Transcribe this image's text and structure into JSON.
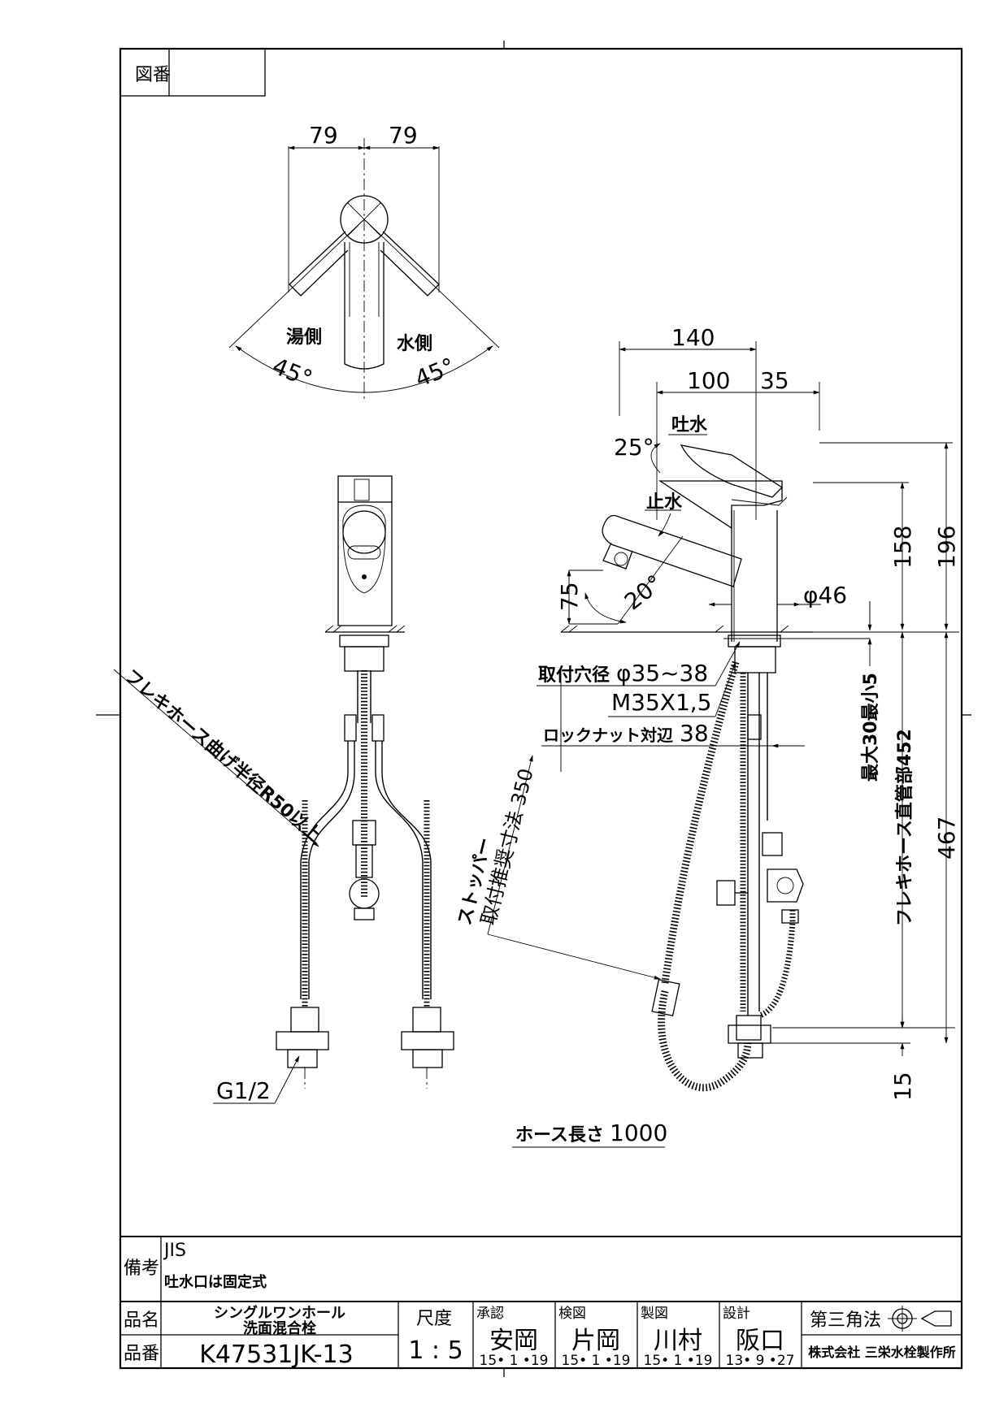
{
  "title_block": {
    "zuban_label": "図番",
    "biko_label": "備考",
    "biko_line1": "JIS",
    "biko_line2": "吐水口は固定式",
    "hinmei_label": "品名",
    "hinmei_line1": "シングルワンホール",
    "hinmei_line2": "洗面混合栓",
    "hinban_label": "品番",
    "hinban_value": "K47531JK-13",
    "scale_label": "尺度",
    "scale_value": "1 : 5",
    "approvals": [
      {
        "role": "承認",
        "name": "安岡",
        "date": "15• 1 •19"
      },
      {
        "role": "検図",
        "name": "片岡",
        "date": "15• 1 •19"
      },
      {
        "role": "製図",
        "name": "川村",
        "date": "15• 1 •19"
      },
      {
        "role": "設計",
        "name": "阪口",
        "date": "13• 9 •27"
      }
    ],
    "projection": "第三角法",
    "company": "株式会社 三栄水栓製作所"
  },
  "top_view": {
    "dim_left": "79",
    "dim_right": "79",
    "hot_side": "湯側",
    "cold_side": "水側",
    "angle_left": "45°",
    "angle_right": "45°"
  },
  "front_view": {
    "bend_radius_note": "フレキホース曲げ半径R50以上",
    "thread": "G1/2"
  },
  "side_view": {
    "dim_140": "140",
    "dim_100": "100",
    "dim_35": "35",
    "spout_label": "吐水",
    "angle_25": "25°",
    "stop_label": "止水",
    "dim_158": "158",
    "dim_196": "196",
    "dim_75": "75",
    "angle_20": "20°",
    "dia_46": "φ46",
    "hole_label": "取付穴径",
    "hole_value": "φ35~38",
    "thread": "M35X1,5",
    "locknut_label": "ロックナット対辺",
    "locknut_value": "38",
    "counter_thickness": "最大30最小5",
    "flex_straight": "フレキホース直管部452",
    "dim_467": "467",
    "stopper_label": "ストッパー",
    "stopper_position": "取付推奨寸法 350",
    "dim_15": "15",
    "hose_length_label": "ホース長さ",
    "hose_length_value": "1000"
  },
  "colors": {
    "line": "#000000",
    "background": "#ffffff"
  }
}
